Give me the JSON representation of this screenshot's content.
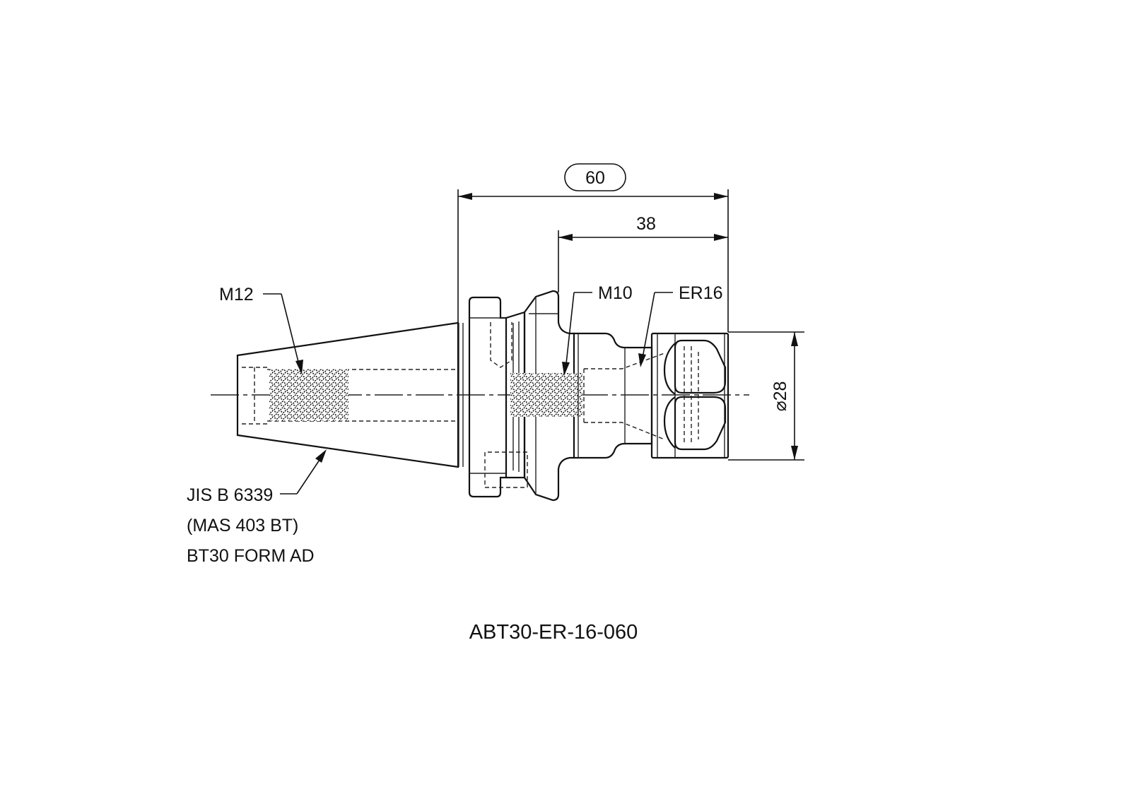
{
  "drawing": {
    "part_number": "ABT30-ER-16-060",
    "dimensions": {
      "overall_length": "60",
      "gauge_length": "38",
      "nut_diameter": "⌀28"
    },
    "callouts": {
      "taper_thread": "M12",
      "bore_thread": "M10",
      "collet": "ER16"
    },
    "standard_note": {
      "line1": "JIS B 6339",
      "line2": "(MAS 403 BT)",
      "line3": "BT30 FORM AD"
    }
  }
}
